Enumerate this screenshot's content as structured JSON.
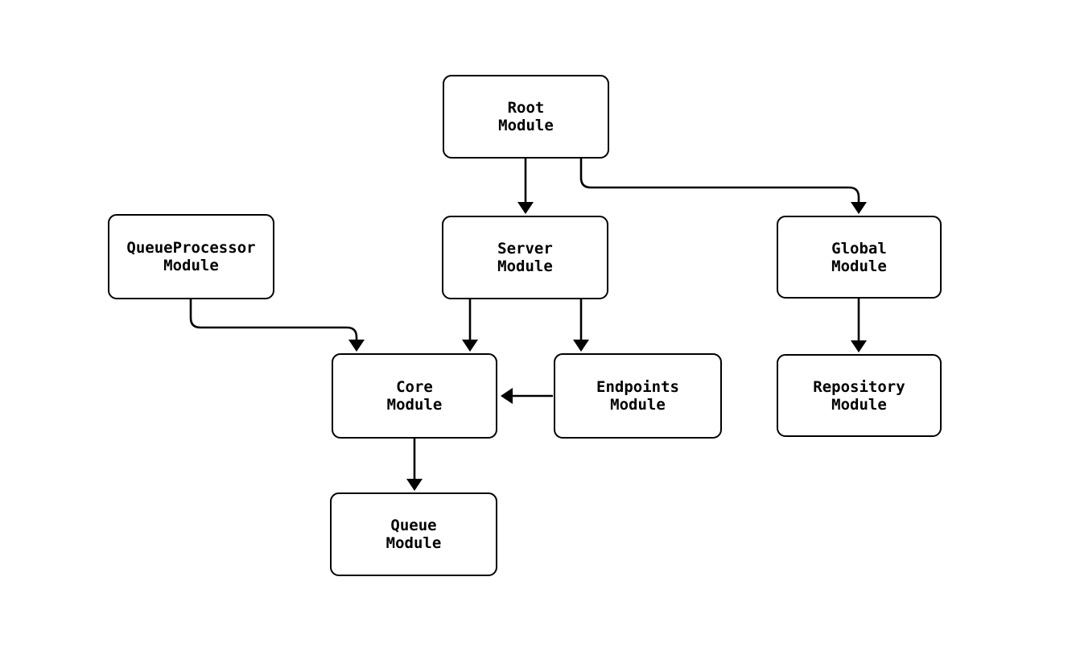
{
  "diagram": {
    "colors": {
      "background": "#ffffff",
      "node_fill": "#ffffff",
      "stroke": "#000000",
      "text": "#000000"
    },
    "nodes": {
      "root": {
        "line1": "Root",
        "line2": "Module"
      },
      "queueprocessor": {
        "line1": "QueueProcessor",
        "line2": "Module"
      },
      "server": {
        "line1": "Server",
        "line2": "Module"
      },
      "global": {
        "line1": "Global",
        "line2": "Module"
      },
      "core": {
        "line1": "Core",
        "line2": "Module"
      },
      "endpoints": {
        "line1": "Endpoints",
        "line2": "Module"
      },
      "repository": {
        "line1": "Repository",
        "line2": "Module"
      },
      "queue": {
        "line1": "Queue",
        "line2": "Module"
      }
    },
    "edges": [
      {
        "from": "Root Module",
        "to": "Server Module"
      },
      {
        "from": "Root Module",
        "to": "Global Module"
      },
      {
        "from": "QueueProcessor Module",
        "to": "Core Module"
      },
      {
        "from": "Server Module",
        "to": "Core Module"
      },
      {
        "from": "Server Module",
        "to": "Endpoints Module"
      },
      {
        "from": "Endpoints Module",
        "to": "Core Module"
      },
      {
        "from": "Global Module",
        "to": "Repository Module"
      },
      {
        "from": "Core Module",
        "to": "Queue Module"
      }
    ]
  }
}
